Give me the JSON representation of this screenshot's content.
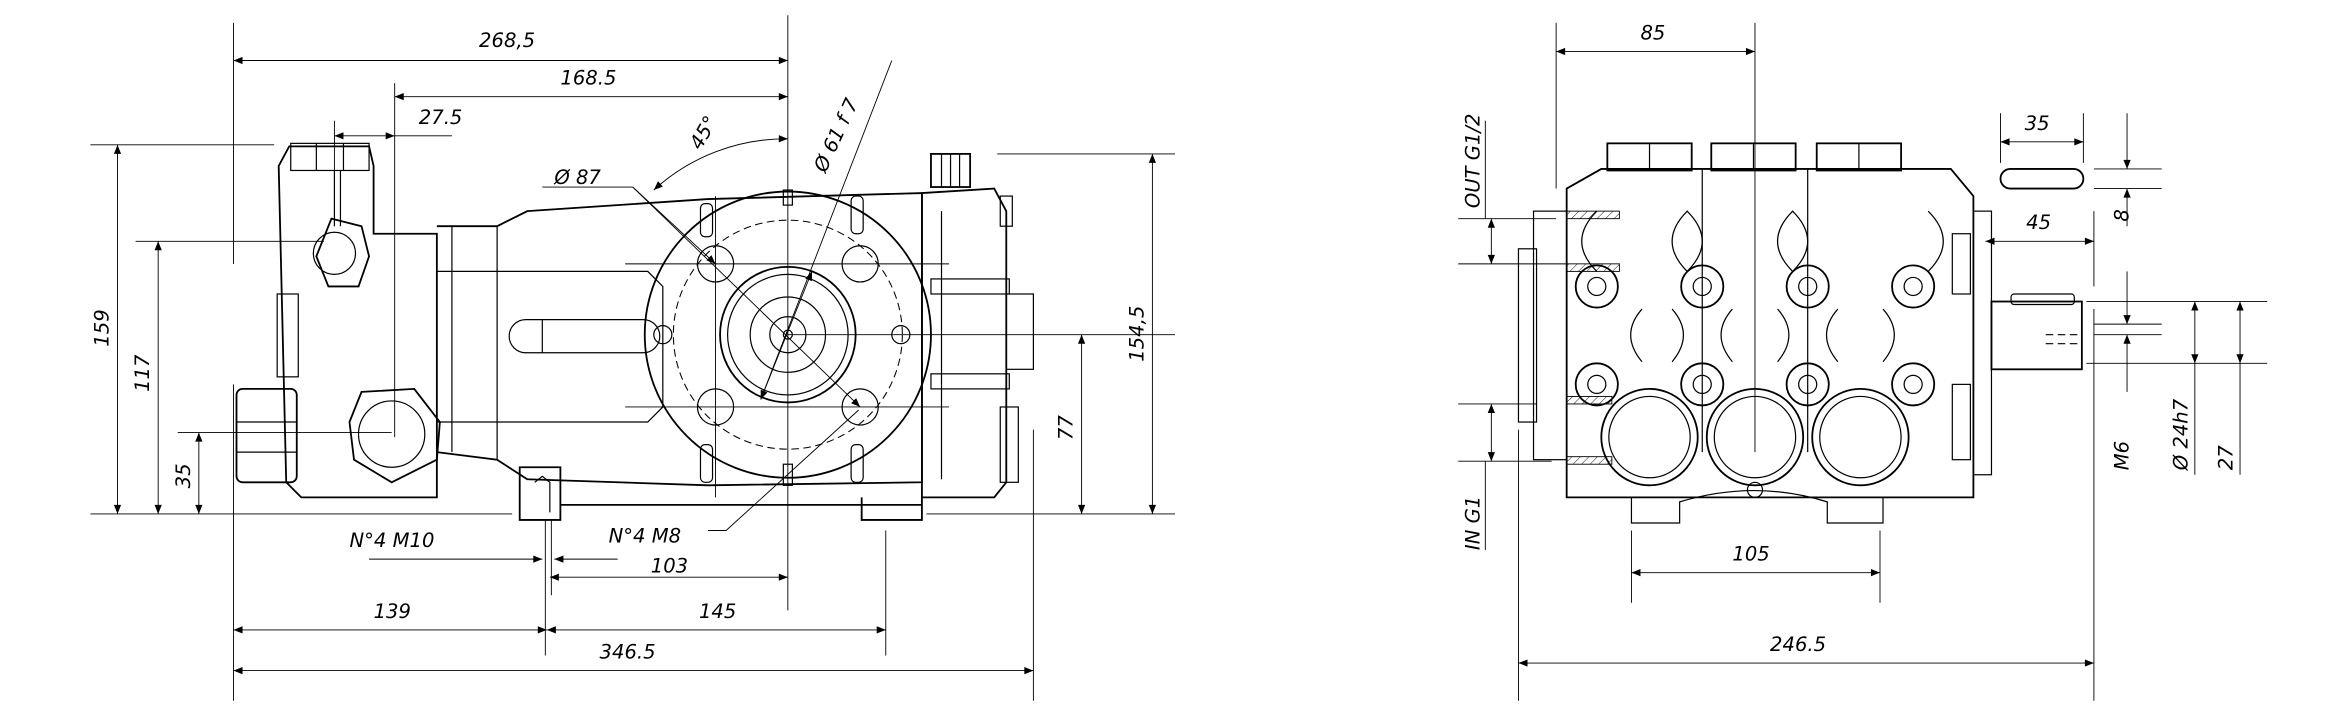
{
  "side_view": {
    "dims": {
      "overall_to_shaft": "268,5",
      "manifold_to_shaft": "168.5",
      "port_offset": "27.5",
      "angle": "45°",
      "bolt_circle": "Ø 87",
      "shaft_pilot": "Ø 61 f 7",
      "height_total": "159",
      "height_outlet": "117",
      "height_inlet": "35",
      "height_cover": "154,5",
      "shaft_height": "77",
      "m10_label": "N°4  M10",
      "m8_label": "N°4  M8",
      "foot_to_shaft": "103",
      "front_to_foot": "139",
      "foot_span": "145",
      "overall_length": "346.5"
    }
  },
  "front_view": {
    "dims": {
      "outlet_offset": "85",
      "outlet_port": "OUT G1/2",
      "inlet_port": "IN G1",
      "key_length": "35",
      "key_width": "8",
      "shaft_length": "45",
      "thread": "M6",
      "shaft_diameter": "Ø 24h7",
      "key_height": "27",
      "foot_span": "105",
      "overall_width": "246.5"
    }
  }
}
